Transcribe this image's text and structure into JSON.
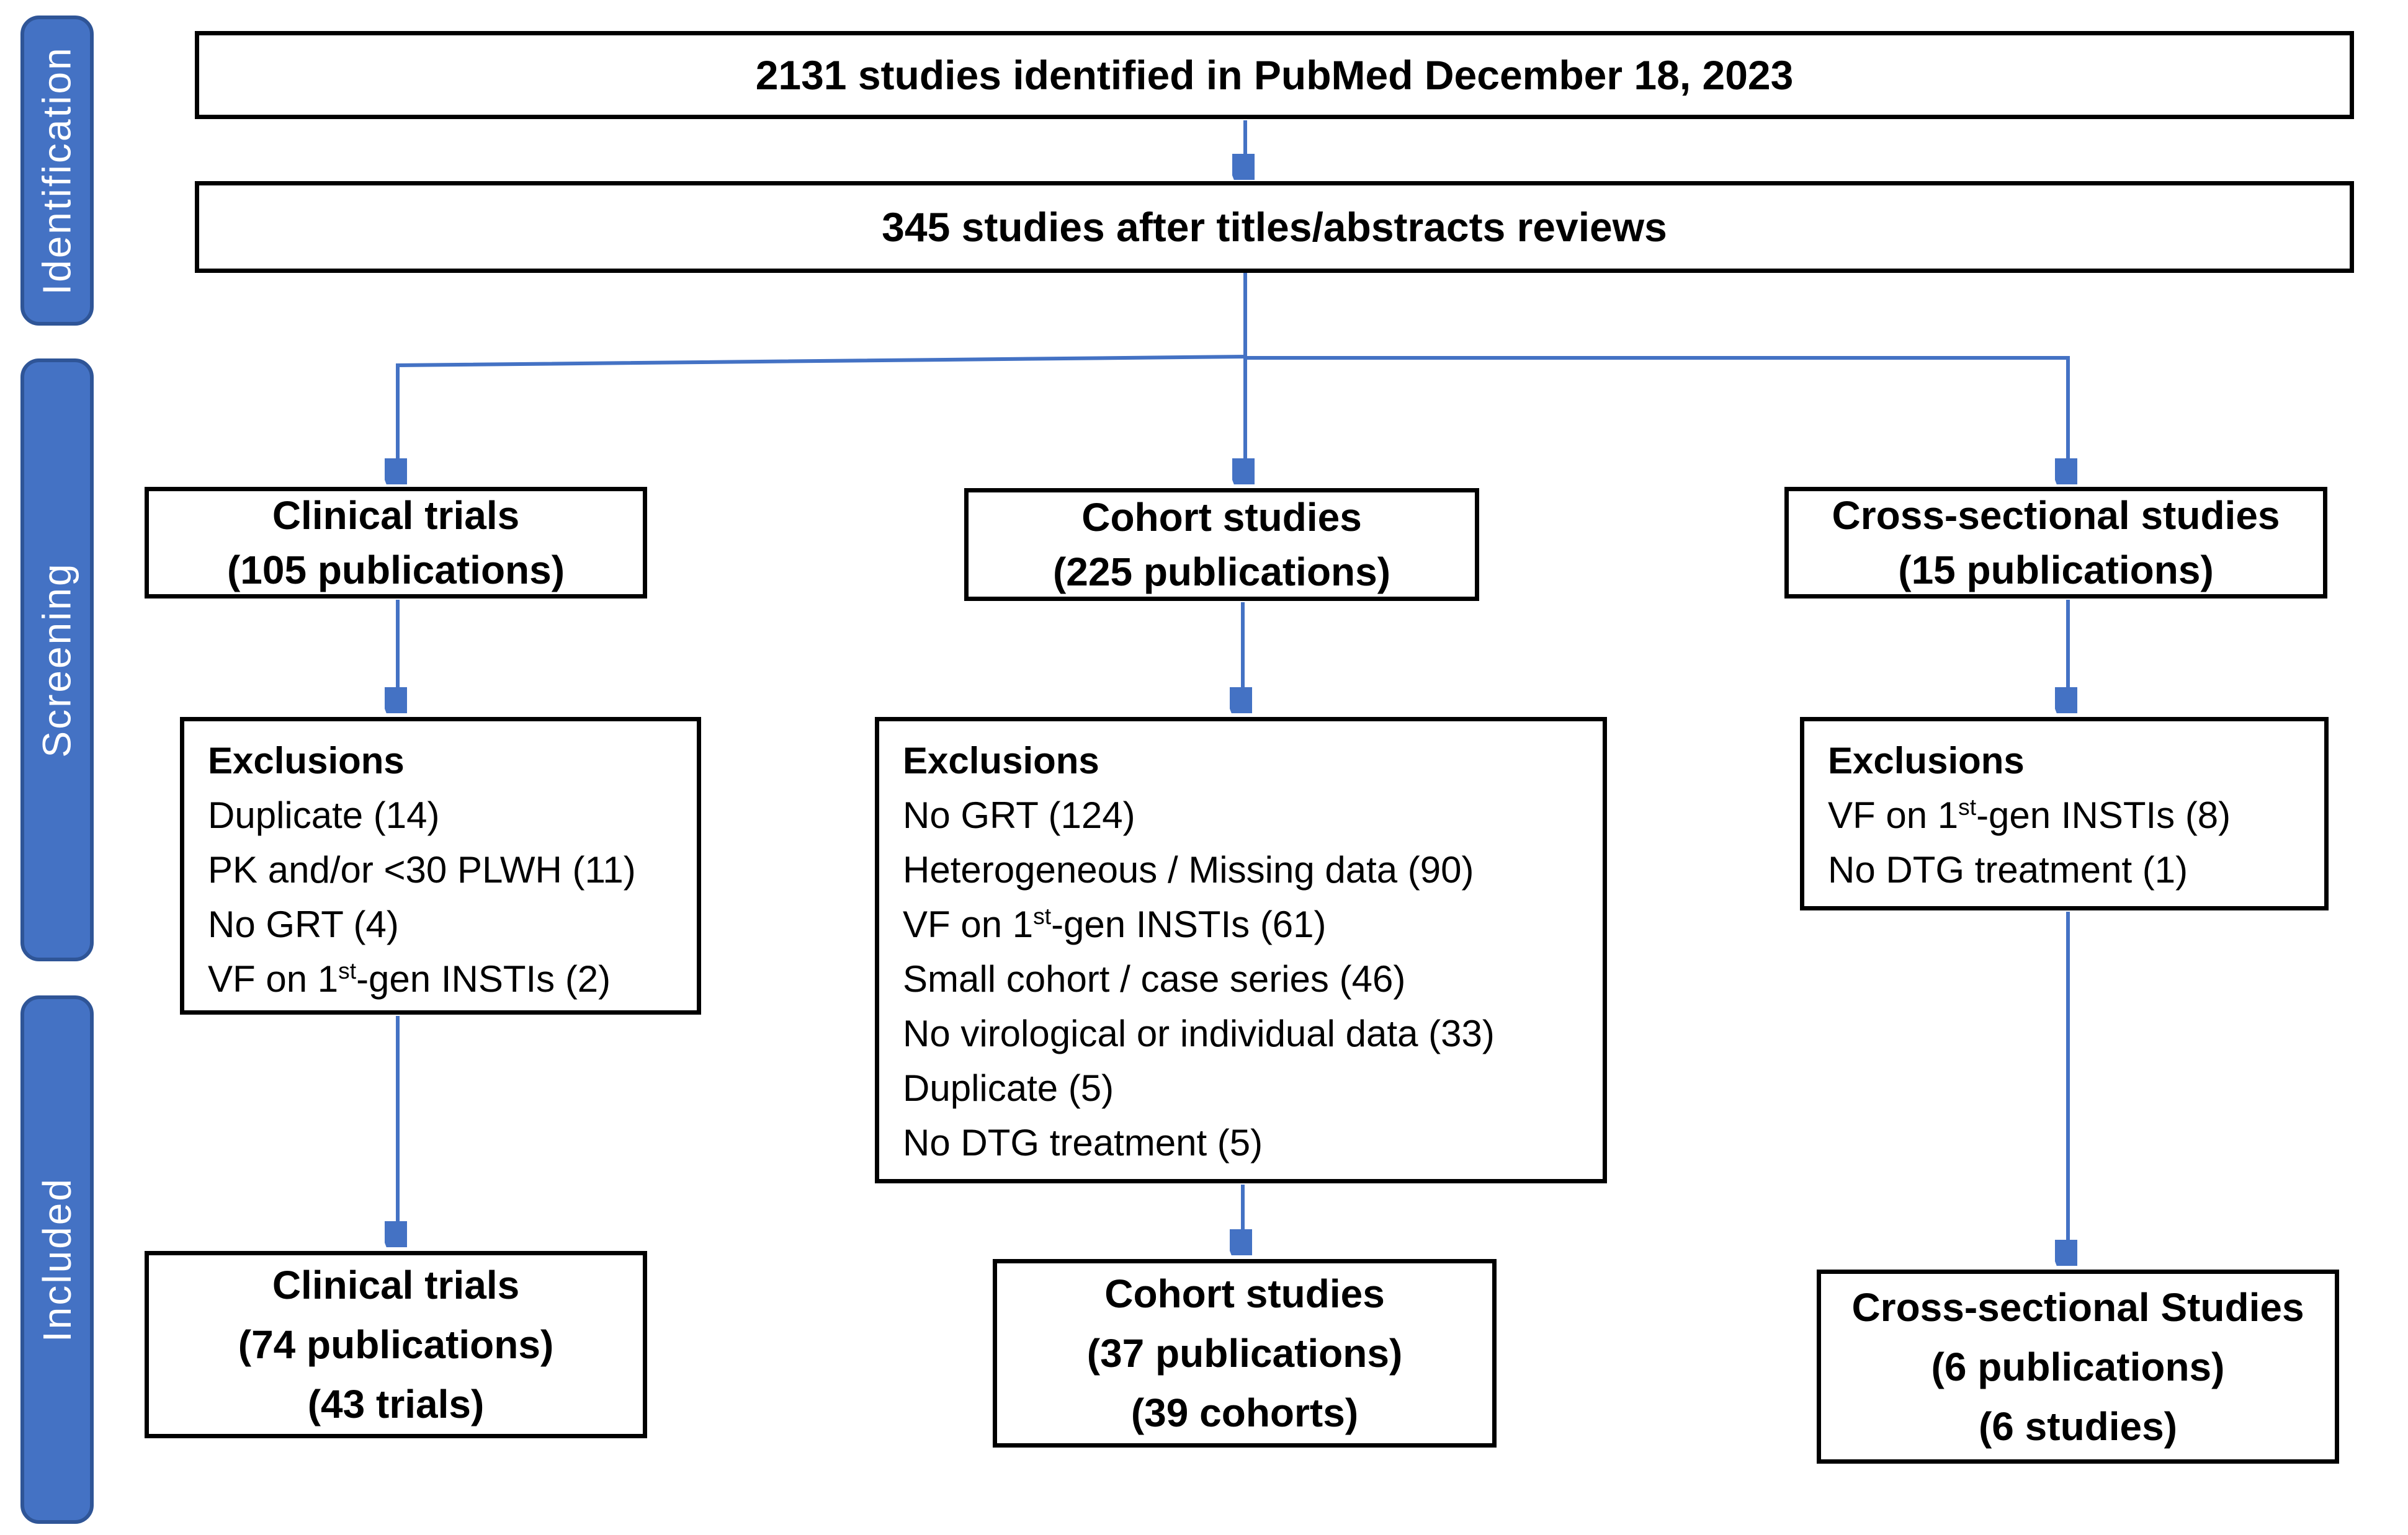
{
  "palette": {
    "arrow_blue": "#4472C4",
    "sidebar_fill": "#4472C4",
    "sidebar_border": "#2F5597",
    "box_border": "#000000",
    "background": "#FFFFFF"
  },
  "sidebar": {
    "stages": [
      {
        "label": "Identification"
      },
      {
        "label": "Screening"
      },
      {
        "label": "Included"
      }
    ]
  },
  "flow": {
    "identified": {
      "lines": [
        {
          "t": "2131 studies identified in PubMed December 18, 2023",
          "b": true
        }
      ]
    },
    "after_review": {
      "lines": [
        {
          "t": "345 studies after titles/abstracts reviews",
          "b": true
        }
      ]
    },
    "columns": [
      {
        "header": {
          "lines": [
            {
              "t": "Clinical trials",
              "b": true
            },
            {
              "t": "(105 publications)",
              "b": true
            }
          ]
        },
        "exclusions": {
          "lines": [
            {
              "t": "Exclusions",
              "b": true
            },
            {
              "t": "Duplicate (14)",
              "b": false
            },
            {
              "t": "PK and/or <30 PLWH (11)",
              "b": false
            },
            {
              "t": "No GRT (4)",
              "b": false
            },
            {
              "t": "VF on 1^{st}-gen INSTIs (2)",
              "b": false
            }
          ]
        },
        "included": {
          "lines": [
            {
              "t": "Clinical trials",
              "b": true
            },
            {
              "t": "(74 publications)",
              "b": true
            },
            {
              "t": "(43 trials)",
              "b": true
            }
          ]
        }
      },
      {
        "header": {
          "lines": [
            {
              "t": "Cohort studies",
              "b": true
            },
            {
              "t": "(225 publications)",
              "b": true
            }
          ]
        },
        "exclusions": {
          "lines": [
            {
              "t": "Exclusions",
              "b": true
            },
            {
              "t": "No GRT (124)",
              "b": false
            },
            {
              "t": "Heterogeneous / Missing data (90)",
              "b": false
            },
            {
              "t": "VF on 1^{st}-gen INSTIs (61)",
              "b": false
            },
            {
              "t": "Small cohort / case series (46)",
              "b": false
            },
            {
              "t": "No virological or individual data (33)",
              "b": false
            },
            {
              "t": "Duplicate (5)",
              "b": false
            },
            {
              "t": "No DTG treatment (5)",
              "b": false
            }
          ]
        },
        "included": {
          "lines": [
            {
              "t": "Cohort studies",
              "b": true
            },
            {
              "t": "(37 publications)",
              "b": true
            },
            {
              "t": "(39 cohorts)",
              "b": true
            }
          ]
        }
      },
      {
        "header": {
          "lines": [
            {
              "t": "Cross-sectional studies",
              "b": true
            },
            {
              "t": "(15 publications)",
              "b": true
            }
          ]
        },
        "exclusions": {
          "lines": [
            {
              "t": "Exclusions",
              "b": true
            },
            {
              "t": "VF on 1^{st}-gen INSTIs (8)",
              "b": false
            },
            {
              "t": "No DTG treatment (1)",
              "b": false
            }
          ]
        },
        "included": {
          "lines": [
            {
              "t": "Cross-sectional Studies",
              "b": true
            },
            {
              "t": "(6 publications)",
              "b": true
            },
            {
              "t": "(6 studies)",
              "b": true
            }
          ]
        }
      }
    ]
  }
}
